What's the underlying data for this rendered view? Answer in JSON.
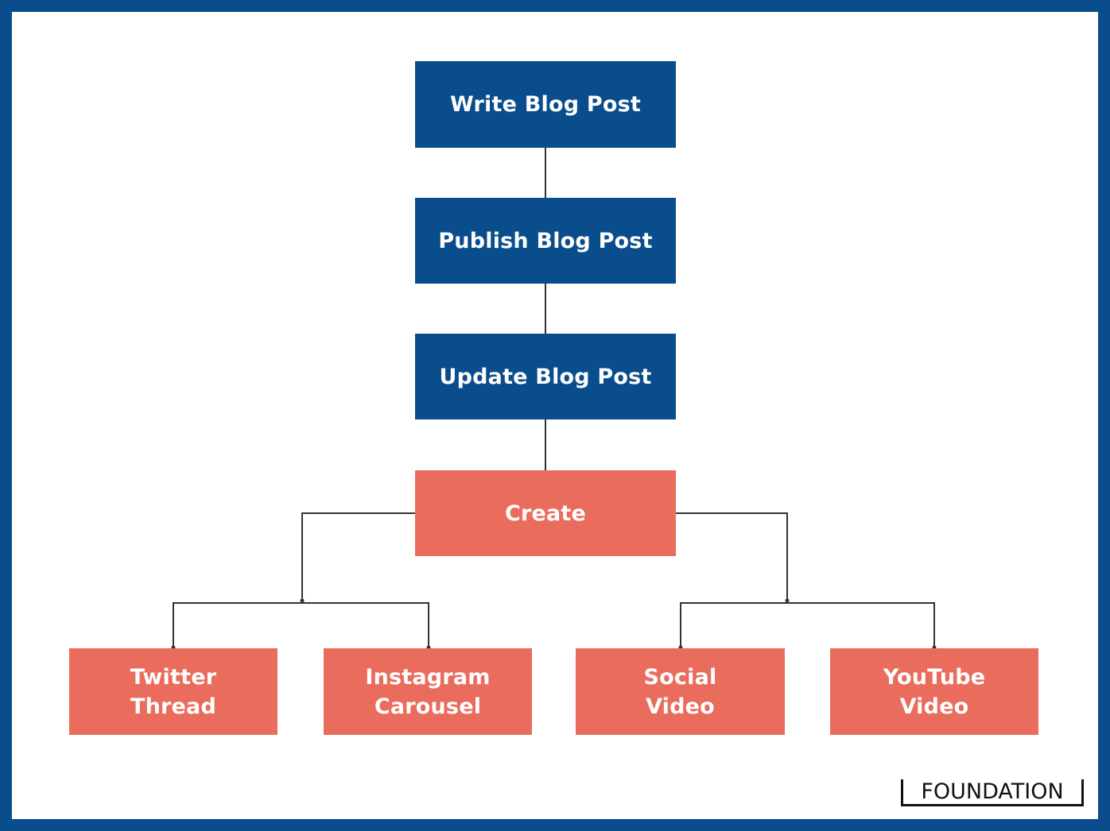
{
  "diagram": {
    "nodes": {
      "write": {
        "label": "Write Blog Post"
      },
      "publish": {
        "label": "Publish Blog Post"
      },
      "update": {
        "label": "Update Blog Post"
      },
      "create": {
        "label": "Create"
      },
      "twitter": {
        "line1": "Twitter",
        "line2": "Thread"
      },
      "instagram": {
        "line1": "Instagram",
        "line2": "Carousel"
      },
      "social": {
        "line1": "Social",
        "line2": "Video"
      },
      "youtube": {
        "line1": "YouTube",
        "line2": "Video"
      }
    },
    "logo": "FOUNDATION"
  },
  "colors": {
    "primary_blue": "#0a4d8c",
    "accent_coral": "#ea6c5c",
    "line": "#333333"
  }
}
